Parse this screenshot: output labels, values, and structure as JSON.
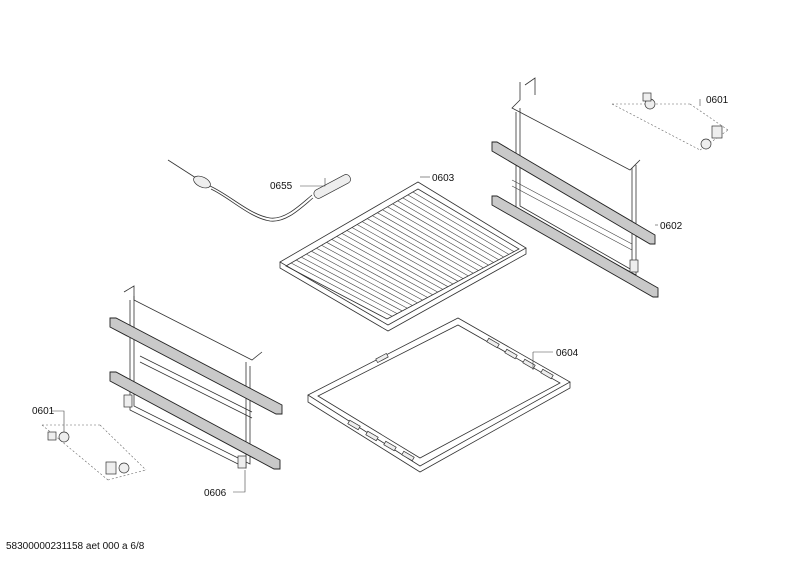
{
  "labels": {
    "l0601a": "0601",
    "l0602": "0602",
    "l0603": "0603",
    "l0604": "0604",
    "l0606": "0606",
    "l0655": "0655",
    "l0601b": "0601"
  },
  "footer": "58300000231158 aet 000 a 6/8"
}
